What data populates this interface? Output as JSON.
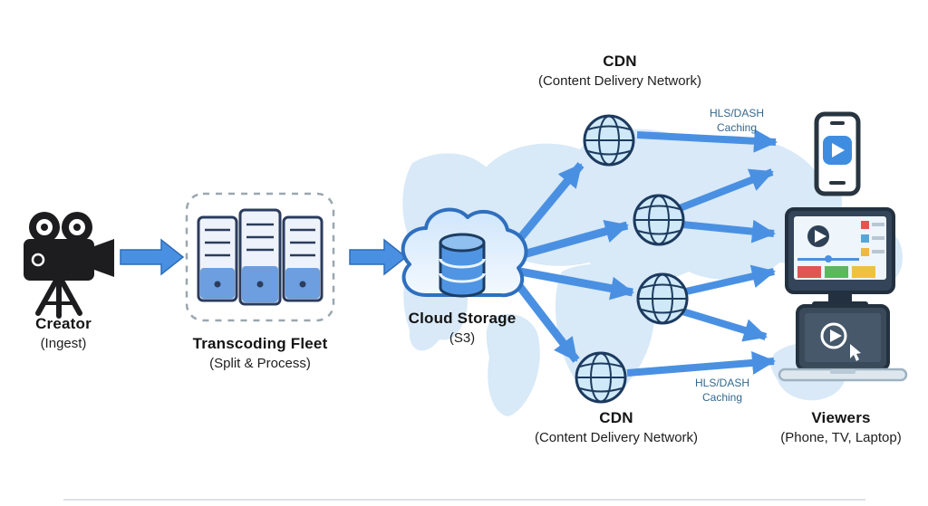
{
  "nodes": {
    "creator": {
      "title": "Creator",
      "subtitle": "(Ingest)",
      "icon": "video-camera-icon"
    },
    "transcoding": {
      "title": "Transcoding Fleet",
      "subtitle": "(Split & Process)",
      "icon": "server-rack-icon"
    },
    "storage": {
      "title": "Cloud Storage",
      "subtitle": "(S3)",
      "icon": "cloud-database-icon"
    },
    "cdn_top": {
      "title": "CDN",
      "subtitle": "(Content Delivery Network)",
      "icon": "globe-icon"
    },
    "cdn_bottom": {
      "title": "CDN",
      "subtitle": "(Content Delivery Network)",
      "icon": "globe-icon"
    },
    "viewers": {
      "title": "Viewers",
      "subtitle": "(Phone, TV, Laptop)",
      "icons": [
        "smartphone-icon",
        "tv-icon",
        "laptop-icon"
      ]
    }
  },
  "annotations": {
    "hls_top": {
      "line1": "HLS/DASH",
      "line2": "Caching"
    },
    "hls_bottom": {
      "line1": "HLS/DASH",
      "line2": "Caching"
    }
  },
  "flows": [
    "creator -> transcoding",
    "transcoding -> storage",
    "storage -> cdn-node-1",
    "storage -> cdn-node-2",
    "storage -> cdn-node-3",
    "storage -> cdn-node-4",
    "cdn-node-1 -> phone",
    "cdn-node-2 -> phone",
    "cdn-node-2 -> tv",
    "cdn-node-3 -> tv",
    "cdn-node-3 -> laptop",
    "cdn-node-4 -> laptop"
  ],
  "colors": {
    "arrow": "#4a90e2",
    "arrow_outline": "#2e6cb5",
    "map_land": "#cfe4f6",
    "annotation_text": "#33688e",
    "globe_fill": "#cfe9f8",
    "outline_dark": "#1c3a5e",
    "device_frame": "#28343f"
  }
}
